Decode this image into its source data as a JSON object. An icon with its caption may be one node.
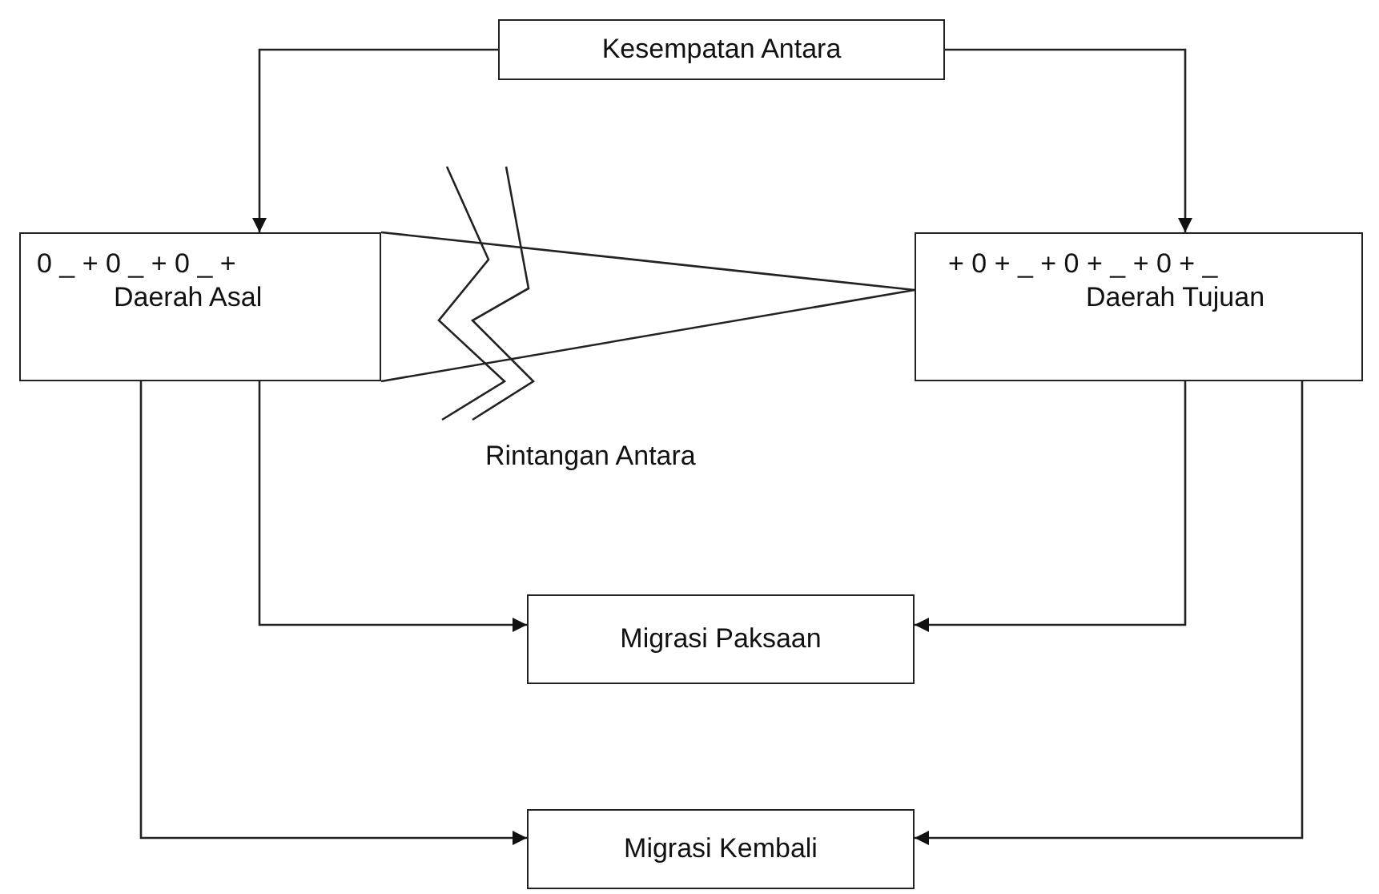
{
  "diagram": {
    "nodes": [
      {
        "text": [
          "Kesempatan Antara"
        ]
      },
      {
        "text": [
          "0 _ + 0 _ + 0 _ +",
          "Daerah Asal"
        ]
      },
      {
        "text": [
          "+ 0 + _ + 0 + _ + 0 + _",
          "Daerah Tujuan"
        ]
      },
      {
        "text": [
          "Migrasi Paksaan"
        ]
      },
      {
        "text": [
          "Migrasi Kembali"
        ]
      }
    ],
    "edges": [
      {
        "from": 0,
        "to": 1,
        "arrow": "to"
      },
      {
        "from": 0,
        "to": 2,
        "arrow": "to"
      },
      {
        "from": 1,
        "to": 2,
        "arrow": "none"
      },
      {
        "from": 1,
        "to": 2,
        "arrow": "none"
      },
      {
        "from": 1,
        "to": 3,
        "arrow": "to"
      },
      {
        "from": 2,
        "to": 3,
        "arrow": "to"
      },
      {
        "from": 1,
        "to": 4,
        "arrow": "to"
      },
      {
        "from": 2,
        "to": 4,
        "arrow": "to"
      }
    ],
    "labels": [
      "Rintangan Antara"
    ]
  }
}
